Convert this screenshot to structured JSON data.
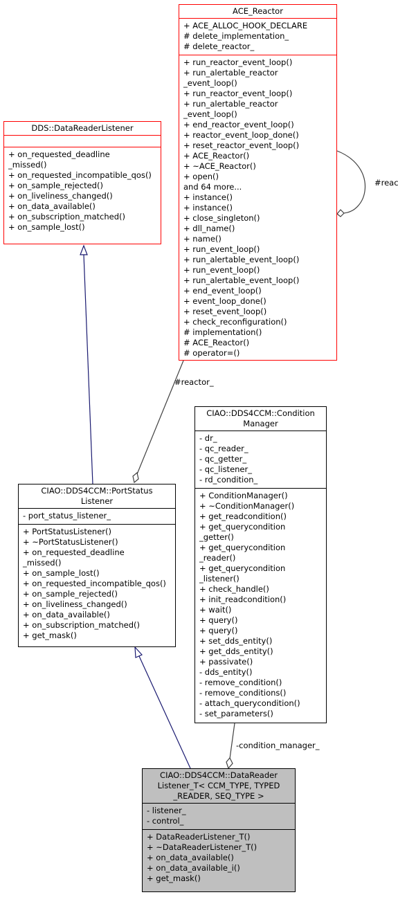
{
  "classes": {
    "ace_reactor": {
      "title": [
        "ACE_Reactor"
      ],
      "attributes": [
        "+ ACE_ALLOC_HOOK_DECLARE",
        "# delete_implementation_",
        "# delete_reactor_"
      ],
      "methods": [
        "+ run_reactor_event_loop()",
        "+ run_alertable_reactor",
        "_event_loop()",
        "+ run_reactor_event_loop()",
        "+ run_alertable_reactor",
        "_event_loop()",
        "+ end_reactor_event_loop()",
        "+ reactor_event_loop_done()",
        "+ reset_reactor_event_loop()",
        "+ ACE_Reactor()",
        "+ ~ACE_Reactor()",
        "+ open()",
        "and 64 more...",
        "+ instance()",
        "+ instance()",
        "+ close_singleton()",
        "+ dll_name()",
        "+ name()",
        "+ run_event_loop()",
        "+ run_alertable_event_loop()",
        "+ run_event_loop()",
        "+ run_alertable_event_loop()",
        "+ end_event_loop()",
        "+ event_loop_done()",
        "+ reset_event_loop()",
        "+ check_reconfiguration()",
        "# implementation()",
        "# ACE_Reactor()",
        "# operator=()"
      ]
    },
    "dds_listener": {
      "title": [
        "DDS::DataReaderListener"
      ],
      "attributes": [],
      "methods": [
        "+ on_requested_deadline",
        "_missed()",
        "+ on_requested_incompatible_qos()",
        "+ on_sample_rejected()",
        "+ on_liveliness_changed()",
        "+ on_data_available()",
        "+ on_subscription_matched()",
        "+ on_sample_lost()"
      ]
    },
    "condition_manager": {
      "title": [
        "CIAO::DDS4CCM::Condition",
        "Manager"
      ],
      "attributes": [
        "- dr_",
        "- qc_reader_",
        "- qc_getter_",
        "- qc_listener_",
        "- rd_condition_"
      ],
      "methods": [
        "+ ConditionManager()",
        "+ ~ConditionManager()",
        "+ get_readcondition()",
        "+ get_querycondition",
        "_getter()",
        "+ get_querycondition",
        "_reader()",
        "+ get_querycondition",
        "_listener()",
        "+ check_handle()",
        "+ init_readcondition()",
        "+ wait()",
        "+ query()",
        "+ query()",
        "+ set_dds_entity()",
        "+ get_dds_entity()",
        "+ passivate()",
        "- dds_entity()",
        "- remove_condition()",
        "- remove_conditions()",
        "- attach_querycondition()",
        "- set_parameters()"
      ]
    },
    "port_status_listener": {
      "title": [
        "CIAO::DDS4CCM::PortStatus",
        "Listener"
      ],
      "attributes": [
        "- port_status_listener_"
      ],
      "methods": [
        "+ PortStatusListener()",
        "+ ~PortStatusListener()",
        "+ on_requested_deadline",
        "_missed()",
        "+ on_sample_lost()",
        "+ on_requested_incompatible_qos()",
        "+ on_sample_rejected()",
        "+ on_liveliness_changed()",
        "+ on_data_available()",
        "+ on_subscription_matched()",
        "+ get_mask()"
      ]
    },
    "data_reader_listener_t": {
      "title": [
        "CIAO::DDS4CCM::DataReader",
        "Listener_T< CCM_TYPE, TYPED",
        "_READER, SEQ_TYPE >"
      ],
      "attributes": [
        "- listener_",
        "- control_"
      ],
      "methods": [
        "+ DataReaderListener_T()",
        "+ ~DataReaderListener_T()",
        "+ on_data_available()",
        "+ on_data_available_i()",
        "+ get_mask()"
      ]
    }
  },
  "edge_labels": {
    "reactor_self": "#reactor_",
    "reactor_port": "#reactor_",
    "condition_manager": "-condition_manager_"
  }
}
